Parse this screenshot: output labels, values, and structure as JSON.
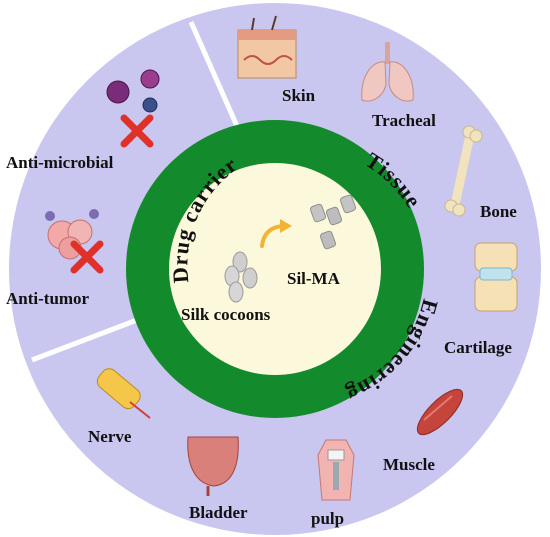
{
  "center": {
    "silk_cocoons": "Silk cocoons",
    "sil_ma": "Sil-MA"
  },
  "ring": {
    "left": "Drug carrier",
    "right_1": "Tissue",
    "right_2": "Engineering"
  },
  "applications": {
    "skin": "Skin",
    "tracheal": "Tracheal",
    "bone": "Bone",
    "cartilage": "Cartilage",
    "muscle": "Muscle",
    "pulp": "pulp",
    "bladder": "Bladder",
    "nerve": "Nerve",
    "anti_microbial": "Anti-microbial",
    "anti_tumor": "Anti-tumor"
  },
  "colors": {
    "outer_ring": "#c9c6ef",
    "green_ring": "#138a2b",
    "core": "#fbf8dc",
    "cross": "#e0302a",
    "arrow": "#f3b431"
  }
}
